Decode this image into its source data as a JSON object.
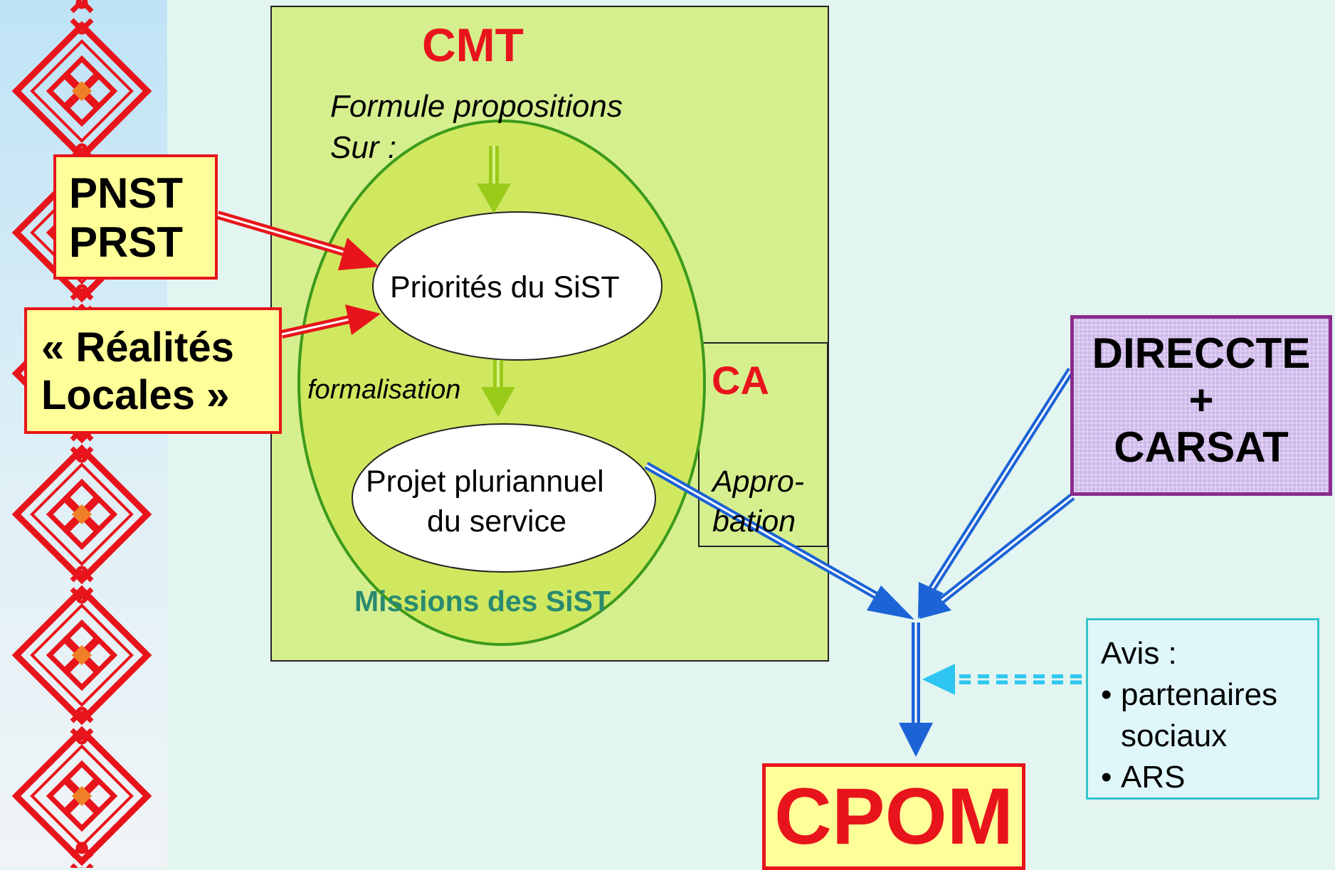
{
  "colors": {
    "accent_red": "#e8141b",
    "yellow_fill": "#ffff99",
    "green_fill": "#d6ef8e",
    "oval_green": "#cfe860",
    "arrow_blue": "#1c63d6",
    "arrow_cyan": "#2ec6f0",
    "purple_fill": "#cdb7ea",
    "teal_text": "#2a8a70"
  },
  "cmt": {
    "title": "CMT",
    "proposal_line1": "Formule propositions",
    "proposal_line2": "Sur :"
  },
  "oval": {
    "priorities": "Priorités du SiST",
    "formalisation": "formalisation",
    "project_line1": "Projet pluriannuel",
    "project_line2": "du service",
    "missions": "Missions des SiST"
  },
  "ca": {
    "title": "CA",
    "approval_line1": "Appro-",
    "approval_line2": "bation"
  },
  "inputs": {
    "pnst": "PNST",
    "prst": "PRST",
    "realites_line1": "« Réalités",
    "realites_line2": "Locales »"
  },
  "partners": {
    "line1": "DIRECCTE",
    "line2": "+",
    "line3": "CARSAT"
  },
  "avis": {
    "heading": "Avis :",
    "items": [
      "partenaires sociaux",
      "ARS"
    ],
    "item1_line1": "partenaires",
    "item1_line2": "sociaux",
    "item2": "ARS"
  },
  "result": {
    "label": "CPOM"
  },
  "icons": {
    "decoration": "red-diamond-knot-pattern"
  }
}
